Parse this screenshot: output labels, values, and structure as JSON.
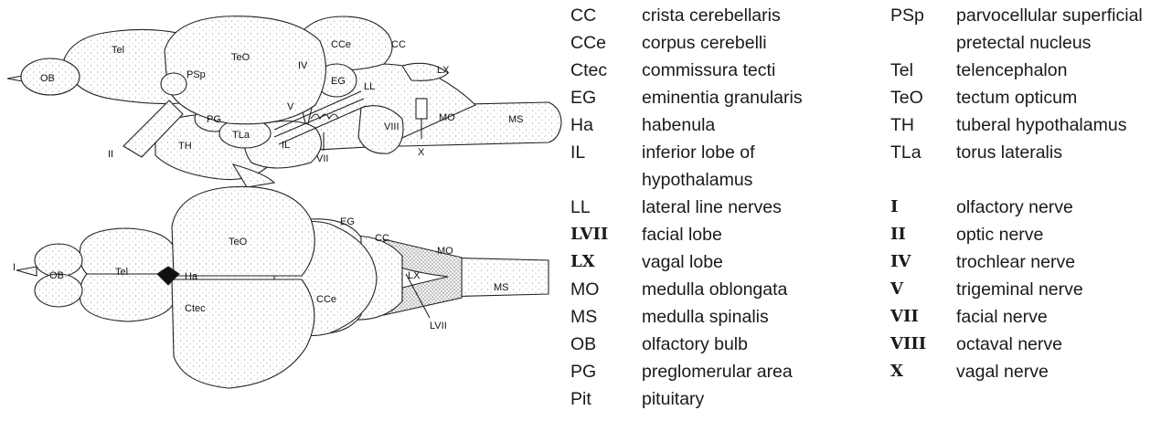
{
  "lateral_view": {
    "labels": {
      "OB": "OB",
      "Tel": "Tel",
      "TeO": "TeO",
      "CCe": "CCe",
      "CC": "CC",
      "PSp": "PSp",
      "IV": "IV",
      "EG": "EG",
      "LL": "LL",
      "LX": "LX",
      "V": "V",
      "PG": "PG",
      "TLa": "TLa",
      "VIII": "VIII",
      "MO": "MO",
      "MS": "MS",
      "II": "II",
      "TH": "TH",
      "IL": "IL",
      "VII": "VII",
      "X": "X"
    }
  },
  "dorsal_view": {
    "labels": {
      "I": "I",
      "OB": "OB",
      "Tel": "Tel",
      "TeO": "TeO",
      "Ha": "Ha",
      "Ctec": "Ctec",
      "EG": "EG",
      "CC": "CC",
      "MO": "MO",
      "LX": "LX",
      "CCe": "CCe",
      "MS": "MS",
      "LVII": "LVII"
    }
  },
  "legend": {
    "left": [
      {
        "abbr": "CC",
        "def": "crista cerebellaris"
      },
      {
        "abbr": "CCe",
        "def": "corpus cerebelli"
      },
      {
        "abbr": "Ctec",
        "def": "commissura tecti"
      },
      {
        "abbr": "EG",
        "def": "eminentia granularis"
      },
      {
        "abbr": "Ha",
        "def": "habenula"
      },
      {
        "abbr": "IL",
        "def": "inferior lobe of"
      },
      {
        "abbr": "",
        "def": "hypothalamus"
      },
      {
        "abbr": "LL",
        "def": "lateral line nerves"
      },
      {
        "abbr": "LVII",
        "def": "facial lobe"
      },
      {
        "abbr": "LX",
        "def": "vagal lobe"
      },
      {
        "abbr": "MO",
        "def": "medulla oblongata"
      },
      {
        "abbr": "MS",
        "def": "medulla spinalis"
      },
      {
        "abbr": "OB",
        "def": "olfactory bulb"
      },
      {
        "abbr": "PG",
        "def": "preglomerular area"
      },
      {
        "abbr": "Pit",
        "def": "pituitary"
      }
    ],
    "right": [
      {
        "abbr": "PSp",
        "def": "parvocellular superficial"
      },
      {
        "abbr": "",
        "def": "pretectal nucleus"
      },
      {
        "abbr": "Tel",
        "def": "telencephalon"
      },
      {
        "abbr": "TeO",
        "def": "tectum opticum"
      },
      {
        "abbr": "TH",
        "def": "tuberal hypothalamus"
      },
      {
        "abbr": "TLa",
        "def": "torus lateralis"
      },
      {
        "abbr": "",
        "def": ""
      },
      {
        "abbr": "I",
        "def": "olfactory nerve"
      },
      {
        "abbr": "II",
        "def": "optic nerve"
      },
      {
        "abbr": "IV",
        "def": "trochlear nerve"
      },
      {
        "abbr": "V",
        "def": "trigeminal nerve"
      },
      {
        "abbr": "VII",
        "def": "facial nerve"
      },
      {
        "abbr": "VIII",
        "def": "octaval nerve"
      },
      {
        "abbr": "X",
        "def": "vagal nerve"
      }
    ]
  }
}
